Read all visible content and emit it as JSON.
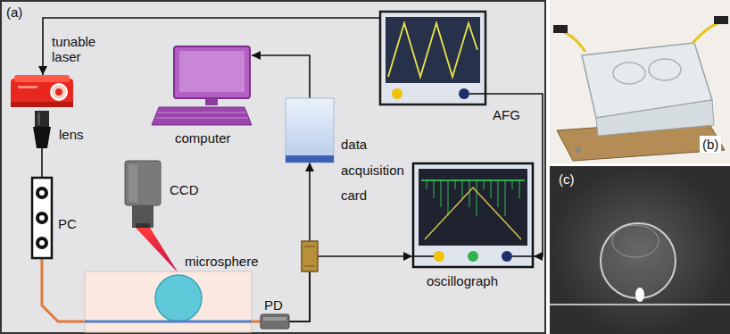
{
  "diagram": {
    "nodes": [
      {
        "text": [
          "tunable laser"
        ]
      },
      {
        "text": [
          "lens"
        ]
      },
      {
        "text": [
          "PC"
        ]
      },
      {
        "text": [
          "microsphere"
        ]
      },
      {
        "text": [
          "PD"
        ]
      },
      {
        "text": [
          "CCD"
        ]
      },
      {
        "text": [
          "computer"
        ]
      },
      {
        "text": [
          "data acquisition card"
        ]
      },
      {
        "text": [
          "AFG"
        ]
      },
      {
        "text": [
          "oscillograph"
        ]
      }
    ],
    "edges": [
      {
        "from": 8,
        "to": 0,
        "arrow": "to"
      },
      {
        "from": 1,
        "to": 2,
        "arrow": "none"
      },
      {
        "from": 2,
        "to": 3,
        "arrow": "none"
      },
      {
        "from": 3,
        "to": 4,
        "arrow": "none"
      },
      {
        "from": 4,
        "to": 7,
        "arrow": "to"
      },
      {
        "from": 4,
        "to": 9,
        "arrow": "to"
      },
      {
        "from": 7,
        "to": 6,
        "arrow": "to"
      },
      {
        "from": 8,
        "to": 9,
        "arrow": "to"
      }
    ],
    "labels": [
      "(a)",
      "(b)",
      "(c)"
    ]
  }
}
